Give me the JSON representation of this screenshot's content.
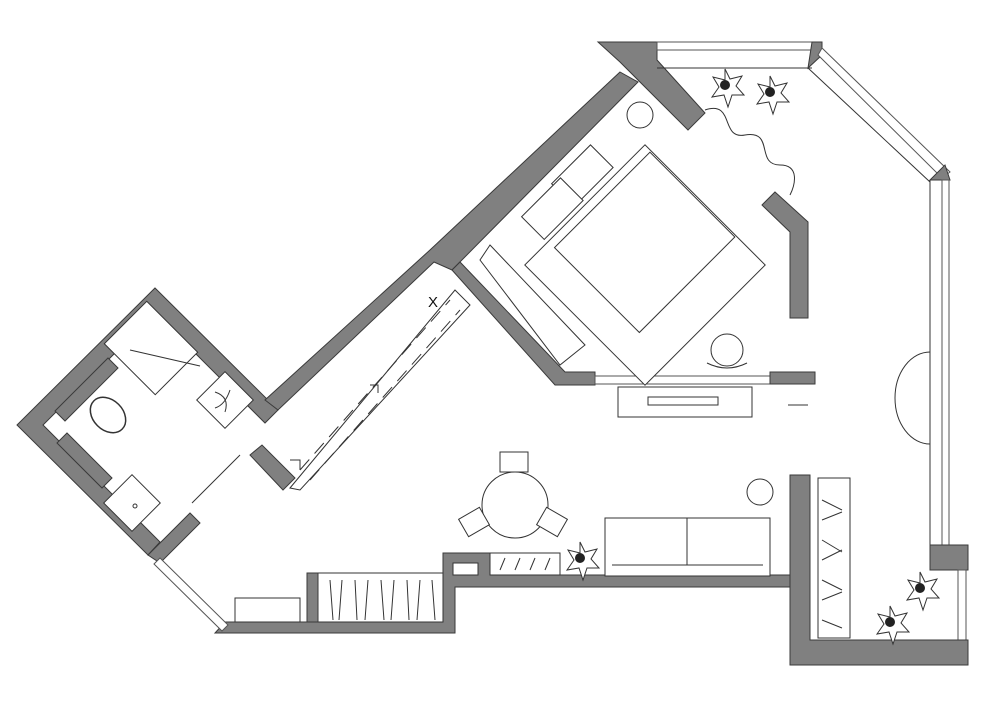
{
  "plan": {
    "corridor_mark": "X",
    "colors": {
      "wall": "#808080",
      "line": "#333333",
      "background": "#ffffff"
    },
    "rooms": [
      "bathroom",
      "corridor",
      "bedroom",
      "living-room",
      "balcony-wardrobe"
    ]
  }
}
